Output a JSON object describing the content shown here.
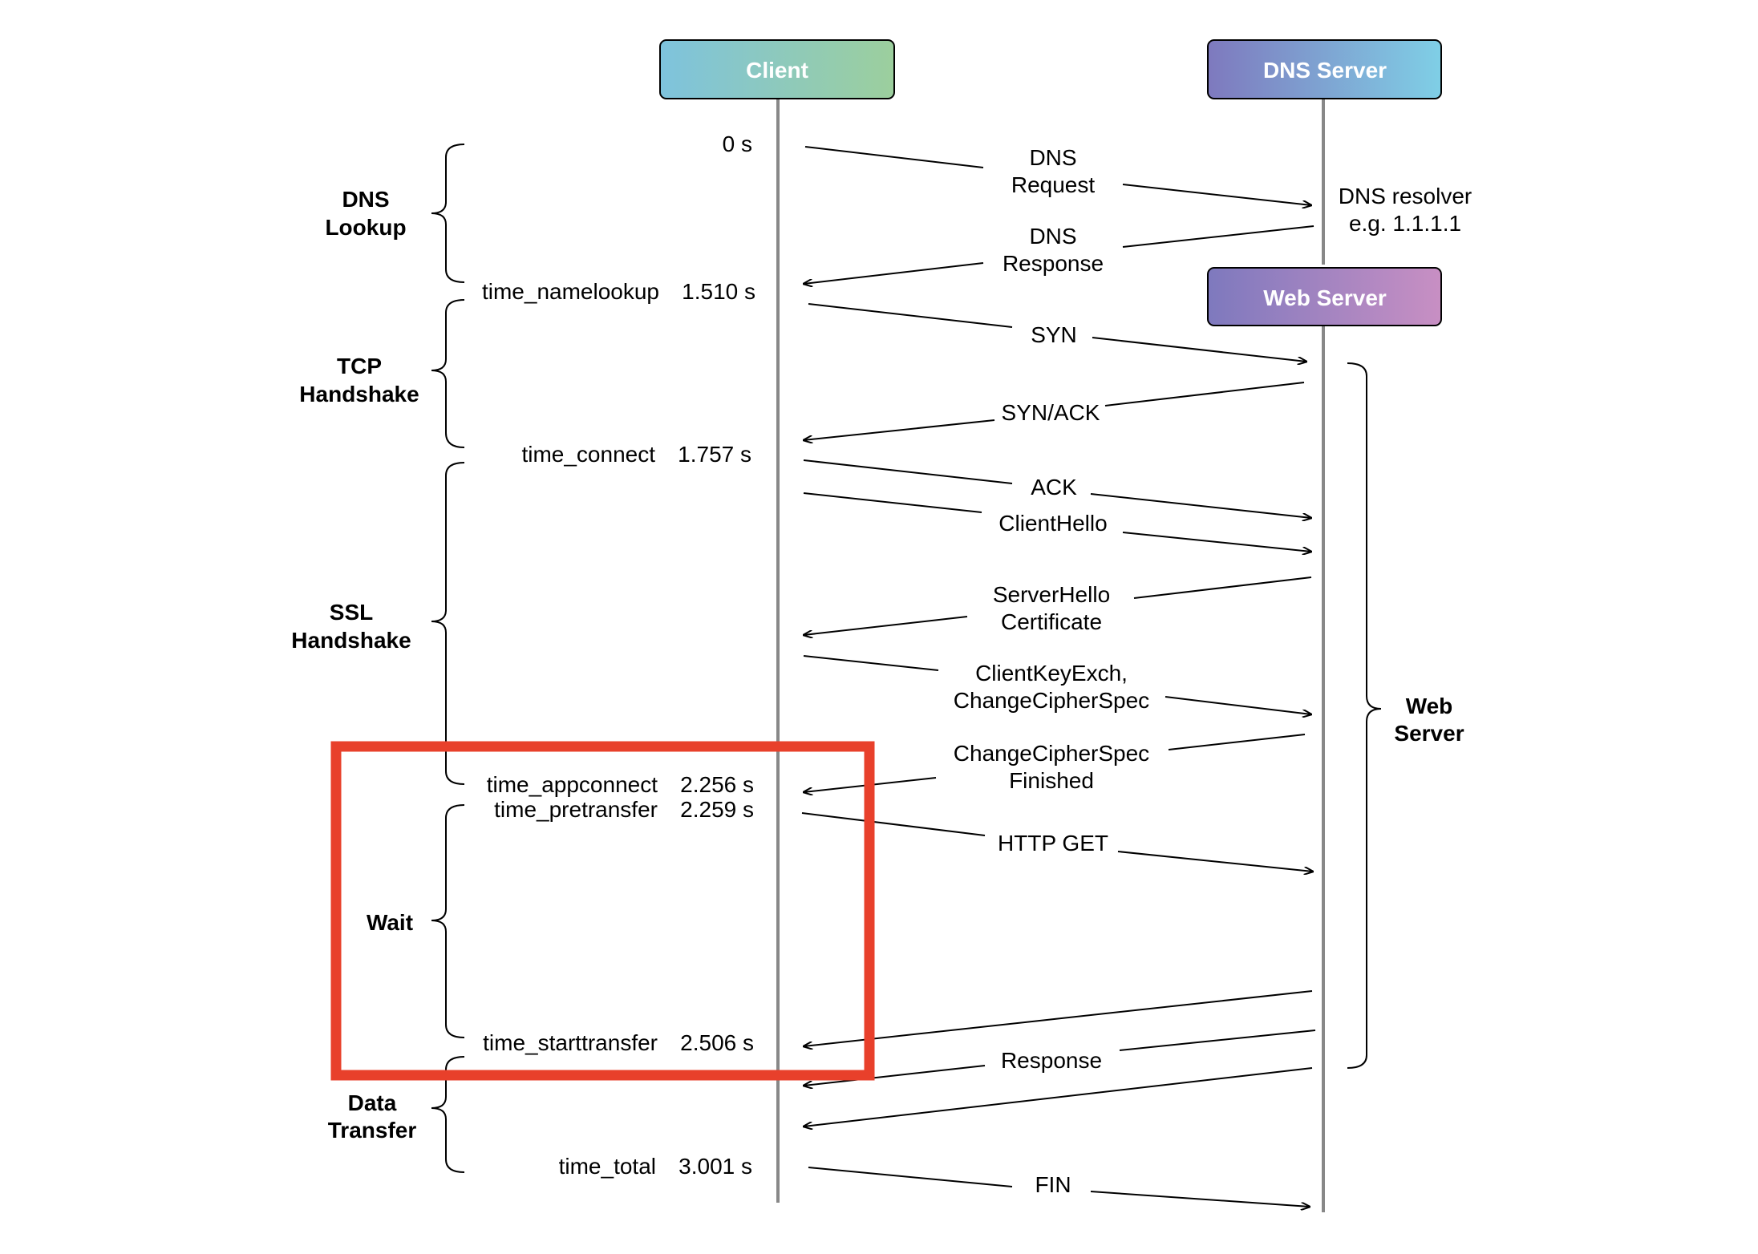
{
  "participants": {
    "client": {
      "label": "Client",
      "gradient": [
        "#7ec3dd",
        "#9ccf9d"
      ]
    },
    "dns": {
      "label": "DNS Server",
      "gradient": [
        "#7e79be",
        "#7fcfe6"
      ]
    },
    "web": {
      "label": "Web Server",
      "gradient": [
        "#7e79be",
        "#c88fc3"
      ]
    }
  },
  "dns_resolver": {
    "line1": "DNS resolver",
    "line2": "e.g. 1.1.1.1"
  },
  "phases": {
    "dns_lookup": [
      "DNS",
      "Lookup"
    ],
    "tcp_handshake": [
      "TCP",
      "Handshake"
    ],
    "ssl_handshake": [
      "SSL",
      "Handshake"
    ],
    "wait": [
      "Wait"
    ],
    "data_transfer": [
      "Data",
      "Transfer"
    ],
    "web_server": [
      "Web",
      "Server"
    ]
  },
  "timings": {
    "start": {
      "value": "0 s"
    },
    "namelookup": {
      "name": "time_namelookup",
      "value": "1.510 s"
    },
    "connect": {
      "name": "time_connect",
      "value": "1.757 s"
    },
    "appconnect": {
      "name": "time_appconnect",
      "value": "2.256 s"
    },
    "pretransfer": {
      "name": "time_pretransfer",
      "value": "2.259 s"
    },
    "starttransfer": {
      "name": "time_starttransfer",
      "value": "2.506 s"
    },
    "total": {
      "name": "time_total",
      "value": "3.001 s"
    }
  },
  "messages": {
    "dns_request": [
      "DNS",
      "Request"
    ],
    "dns_response": [
      "DNS",
      "Response"
    ],
    "syn": "SYN",
    "syn_ack": "SYN/ACK",
    "ack": "ACK",
    "client_hello": "ClientHello",
    "server_hello": [
      "ServerHello",
      "Certificate"
    ],
    "client_key_exch": [
      "ClientKeyExch,",
      "ChangeCipherSpec"
    ],
    "change_cipher_spec": [
      "ChangeCipherSpec",
      "Finished"
    ],
    "http_get": "HTTP GET",
    "response": "Response",
    "fin": "FIN"
  },
  "highlight": {
    "color": "#e8402b"
  }
}
